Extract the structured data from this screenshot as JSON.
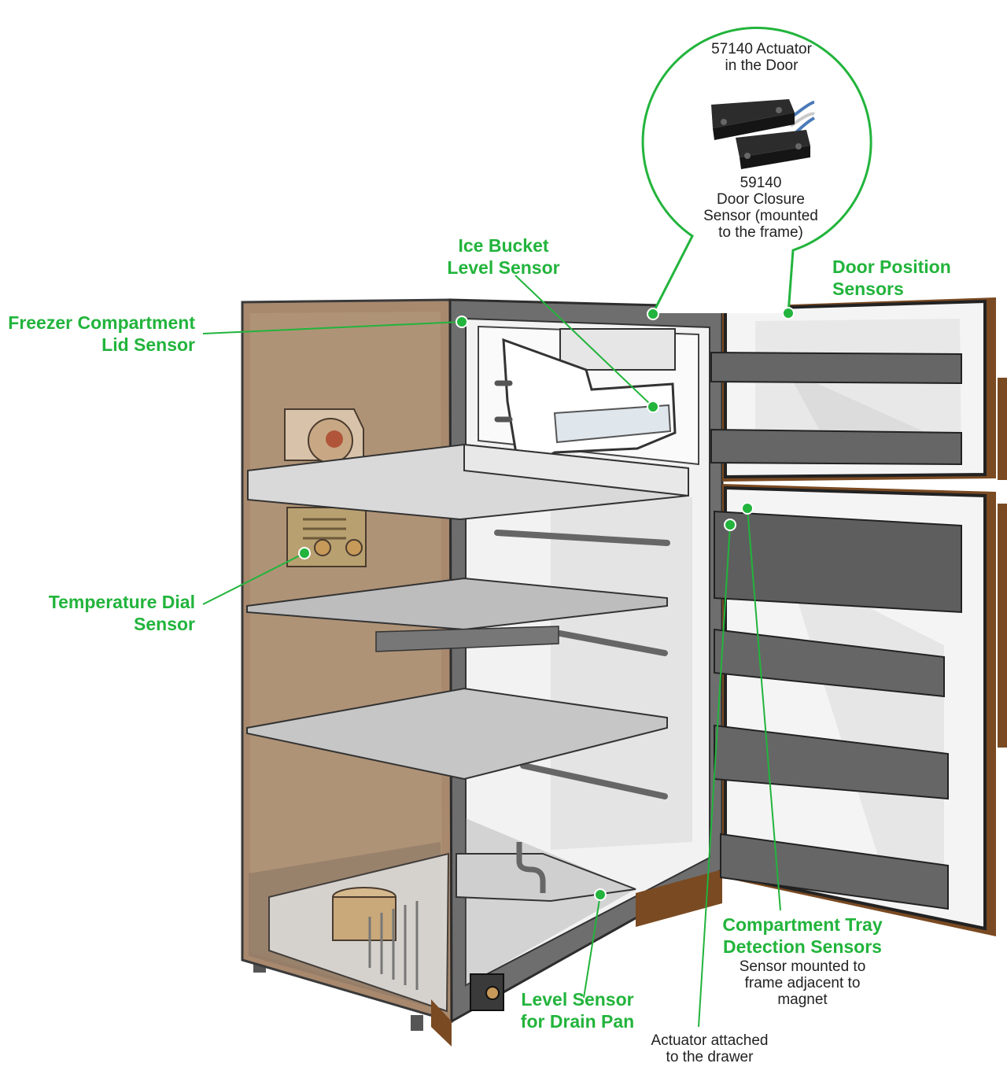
{
  "labels": {
    "freezer_lid": [
      "Freezer Compartment",
      "Lid Sensor"
    ],
    "ice_bucket": [
      "Ice Bucket",
      "Level Sensor"
    ],
    "door_position": [
      "Door Position",
      "Sensors"
    ],
    "temperature_dial": [
      "Temperature Dial",
      "Sensor"
    ],
    "tray_detection": [
      "Compartment Tray",
      "Detection Sensors"
    ],
    "drain_pan": [
      "Level Sensor",
      "for Drain Pan"
    ]
  },
  "notes": {
    "actuator": [
      "57140 Actuator",
      "in the Door"
    ],
    "closure": [
      "59140",
      "Door Closure",
      "Sensor (mounted",
      "to the frame)"
    ],
    "tray_mount": [
      "Sensor mounted to",
      "frame adjacent to",
      "magnet"
    ],
    "drawer_actuator": [
      "Actuator attached",
      "to the drawer"
    ]
  },
  "colors": {
    "accent": "#22b43c",
    "cabinet_side": "#a8896e",
    "interior": "#f2f2f2",
    "frame": "#6e6e6e",
    "door_trim": "#7a4a22"
  }
}
